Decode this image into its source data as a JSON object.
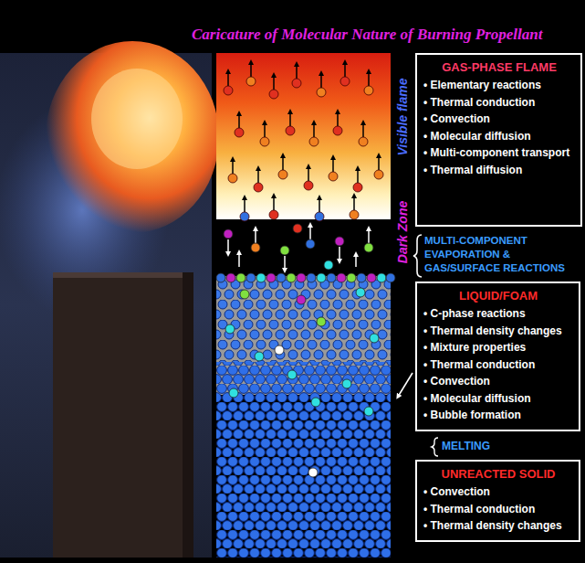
{
  "diagram": {
    "title": "Caricature of Molecular Nature of Burning Propellant",
    "nodes": [
      {
        "text": [
          "GAS-PHASE FLAME",
          "• Elementary reactions",
          "• Thermal conduction",
          "• Convection",
          "• Molecular diffusion",
          "• Multi-component transport",
          "• Thermal diffusion"
        ]
      },
      {
        "text": [
          "LIQUID/FOAM",
          "• C-phase reactions",
          "• Thermal density changes",
          "• Mixture properties",
          "• Thermal conduction",
          "• Convection",
          "• Molecular diffusion",
          "• Bubble formation"
        ]
      },
      {
        "text": [
          "UNREACTED SOLID",
          "• Convection",
          "• Thermal conduction",
          "• Thermal density changes"
        ]
      }
    ],
    "labels": [
      "Visible flame",
      "Dark Zone",
      "MULTI-COMPONENT EVAPORATION & GAS/SURFACE REACTIONS",
      "MELTING"
    ]
  }
}
